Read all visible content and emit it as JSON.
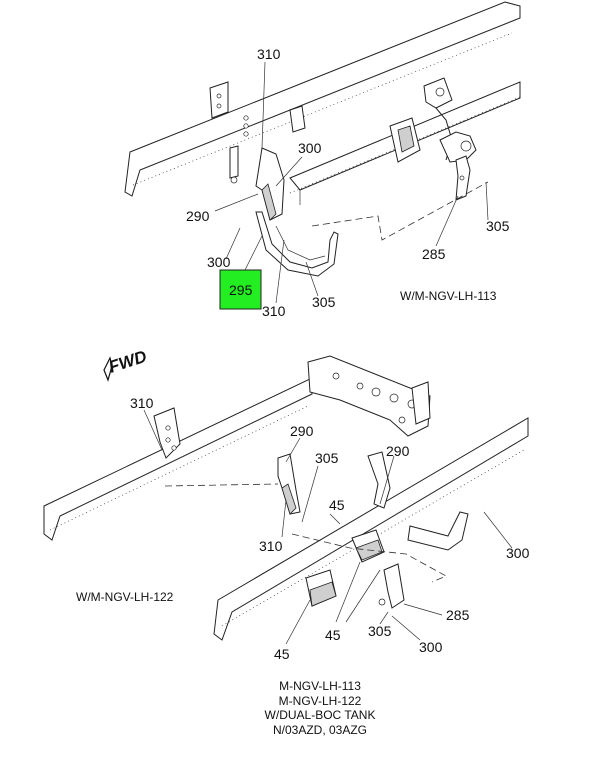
{
  "fwd_label": "FWD",
  "top_view": {
    "variant_label": "W/M-NGV-LH-113",
    "callouts": {
      "c310_top": "310",
      "c300_right": "300",
      "c290": "290",
      "c300_left": "300",
      "c295": "295",
      "c310_bottom": "310",
      "c305_mid": "305",
      "c285": "285",
      "c305_right": "305"
    },
    "highlight_color": "#22ee22"
  },
  "bottom_view": {
    "variant_label": "W/M-NGV-LH-122",
    "callouts": {
      "c310_top": "310",
      "c290_left": "290",
      "c305_top": "305",
      "c290_right": "290",
      "c45_mid": "45",
      "c310_bottom": "310",
      "c300": "300",
      "c285": "285",
      "c305_bottom": "305",
      "c45_lower": "45",
      "c45_bottom": "45",
      "c300_bottom": "300"
    }
  },
  "legend": [
    "M-NGV-LH-113",
    "M-NGV-LH-122",
    "W/DUAL-BOC TANK",
    "N/03AZD, 03AZG"
  ]
}
